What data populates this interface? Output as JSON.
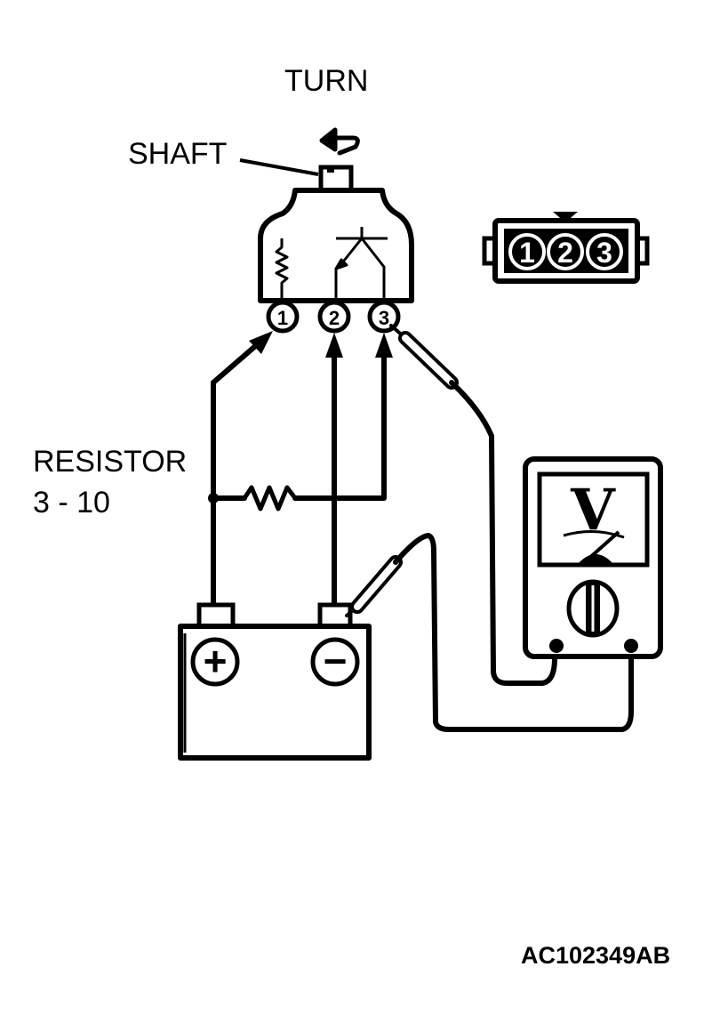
{
  "labels": {
    "turn": "TURN",
    "shaft": "SHAFT",
    "resistor": "RESISTOR",
    "resistor_value": "3 - 10",
    "figure_code": "AC102349AB"
  },
  "sensor_terminals": [
    "1",
    "2",
    "3"
  ],
  "connector_pins": [
    "1",
    "2",
    "3"
  ],
  "battery": {
    "positive_symbol": "+",
    "negative_symbol": "−"
  },
  "voltmeter": {
    "face_symbol": "V"
  },
  "colors": {
    "line": "#000000",
    "background": "#ffffff"
  }
}
